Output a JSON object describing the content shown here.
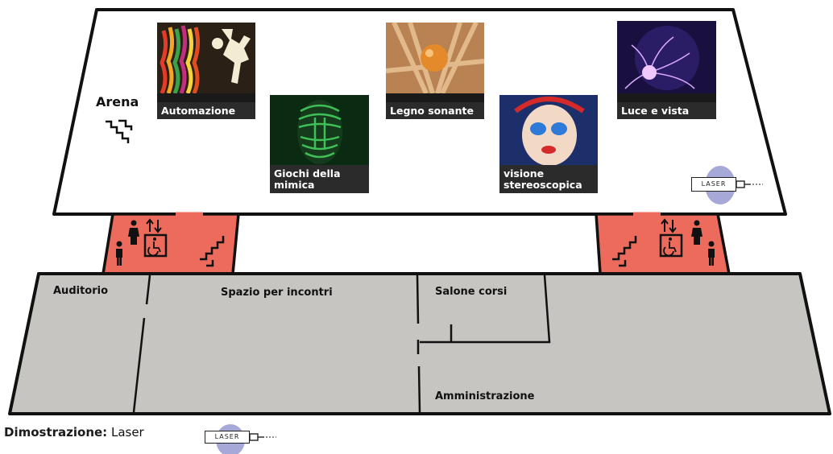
{
  "arena": {
    "label": "Arena"
  },
  "exhibits": [
    {
      "id": "automazione",
      "label": "Automazione",
      "icon": "dancing-figure-image"
    },
    {
      "id": "giochi",
      "label": "Giochi della mimica",
      "icon": "striped-face-image"
    },
    {
      "id": "legno",
      "label": "Legno sonante",
      "icon": "wooden-sphere-image"
    },
    {
      "id": "visione",
      "label": "visione stereoscopica",
      "icon": "painted-face-image"
    },
    {
      "id": "luce",
      "label": "Luce e vista",
      "icon": "plasma-ball-image"
    }
  ],
  "laser_badge": {
    "text": "LASER"
  },
  "rooms": {
    "auditorio": "Auditorio",
    "spazio": "Spazio per incontri",
    "salone": "Salone corsi",
    "amministrazione": "Amministrazione"
  },
  "legend": {
    "title": "Dimostrazione:",
    "value": "Laser",
    "badge_text": "LASER"
  },
  "colors": {
    "stair_block": "#ec6b5c",
    "lower_floor": "#c6c5c1",
    "upper_floor": "#ffffff",
    "laser_disc": "#a6a9d8",
    "caption_bg": "#2b2b2b"
  }
}
